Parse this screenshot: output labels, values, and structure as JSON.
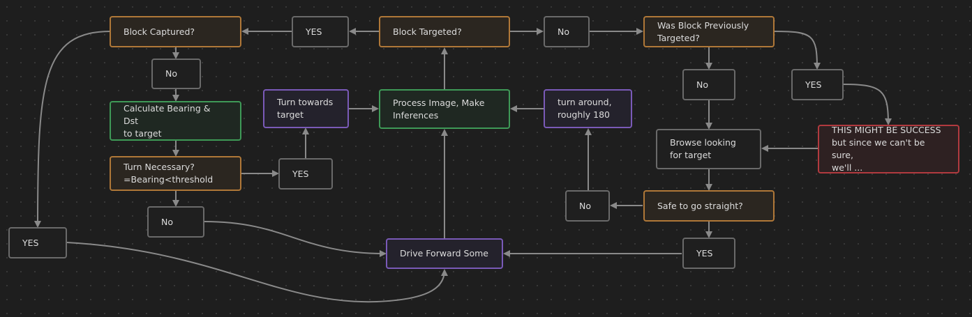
{
  "nodes": {
    "block_captured": "Block Captured?",
    "yes_captured": "YES",
    "block_targeted": "Block Targeted?",
    "no_targeted": "No",
    "was_previously": "Was Block Previously\nTargeted?",
    "no_captured": "No",
    "calc_bearing": "Calculate Bearing & Dst\nto target",
    "turn_towards": "Turn towards\ntarget",
    "process_image": "Process Image, Make\nInferences",
    "turn_around": "turn around,\nroughly 180",
    "no_previously": "No",
    "yes_previously": "YES",
    "browse": "Browse looking\nfor target",
    "success": "THIS MIGHT BE SUCCESS\nbut since we can't be sure,\nwe'll ...",
    "turn_necessary": "Turn Necessary?\n=Bearing<threshold",
    "yes_turn": "YES",
    "no_turn": "No",
    "yes_left": "YES",
    "drive_forward": "Drive Forward Some",
    "no_safe": "No",
    "safe_straight": "Safe to go straight?",
    "yes_safe": "YES"
  },
  "colors": {
    "background": "#1e1e1e",
    "edge": "#8a8a8a",
    "orange": "#b07838",
    "green": "#3e9a57",
    "purple": "#7a5ab8",
    "red": "#b23a3f",
    "plain": "#6a6a6a"
  }
}
